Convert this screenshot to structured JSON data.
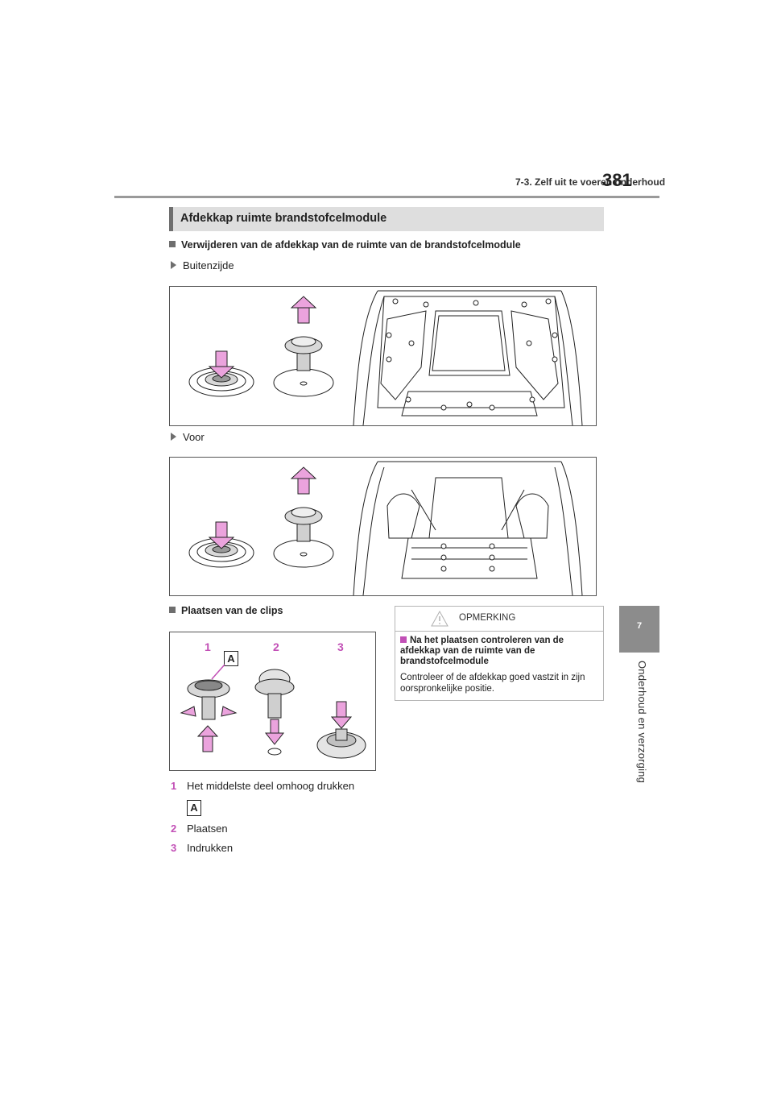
{
  "header": {
    "section": "7-3. Zelf uit te voeren onderhoud",
    "page_number": "381"
  },
  "side_tab": {
    "number": "7",
    "label": "Onderhoud en verzorging"
  },
  "section_title": "Afdekkap ruimte brandstofcelmodule",
  "removal": {
    "heading": "Verwijderen van de afdekkap van de ruimte van de brandstofcelmodule",
    "outside_label": "Buitenzijde",
    "front_label": "Voor"
  },
  "placing": {
    "heading": "Plaatsen van de clips",
    "figure_numbers": [
      "1",
      "2",
      "3"
    ],
    "callout": "A",
    "steps": [
      {
        "num": "1",
        "text": "Het middelste deel omhoog drukken"
      },
      {
        "num": "2",
        "text": "Plaatsen"
      },
      {
        "num": "3",
        "text": "Indrukken"
      }
    ]
  },
  "note": {
    "label": "OPMERKING",
    "bold": "Na het plaatsen controleren van de afdekkap van de ruimte van de brandstofcelmodule",
    "text": "Controleer of de afdekkap goed vastzit in zijn oorspronkelijke positie."
  },
  "colors": {
    "accent_magenta": "#c24fb6",
    "arrow_pink": "#e79ad9",
    "bar_gray": "#dedede",
    "tab_gray": "#8c8c8c"
  }
}
